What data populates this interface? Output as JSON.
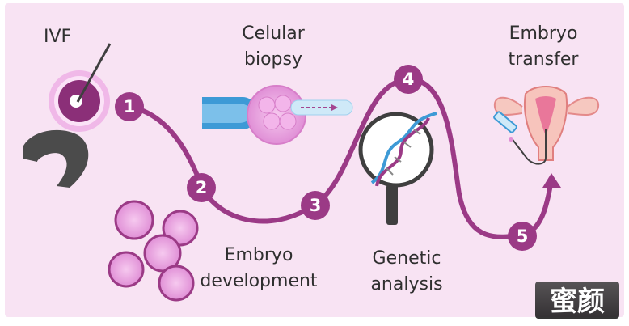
{
  "labels": {
    "ivf": "IVF",
    "biopsy_line1": "Celular",
    "biopsy_line2": "biopsy",
    "transfer_line1": "Embryo",
    "transfer_line2": "transfer",
    "development_line1": "Embryo",
    "development_line2": "development",
    "genetic_line1": "Genetic",
    "genetic_line2": "analysis"
  },
  "steps": [
    "1",
    "2",
    "3",
    "4",
    "5"
  ],
  "watermark": "蜜颜",
  "colors": {
    "background": "#f8e3f3",
    "path": "#9b3a86",
    "step_circle": "#9b3a86",
    "embryo_pink": "#e9a6df",
    "pipette_blue": "#3d9ad6",
    "dark_gray": "#4b4b4b"
  }
}
